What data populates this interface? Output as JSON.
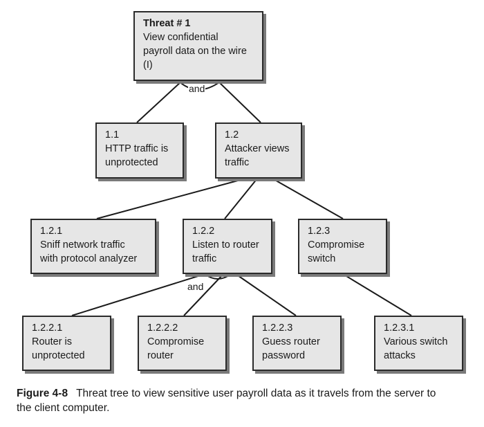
{
  "nodes": {
    "threat1": {
      "title": "Threat # 1",
      "text": "View confidential\npayroll data on the wire\n(I)"
    },
    "n1_1": {
      "text": "1.1\nHTTP traffic is\nunprotected"
    },
    "n1_2": {
      "text": "1.2\nAttacker views\ntraffic"
    },
    "n1_2_1": {
      "text": "1.2.1\nSniff network traffic\nwith protocol analyzer"
    },
    "n1_2_2": {
      "text": "1.2.2\nListen to router\ntraffic"
    },
    "n1_2_3": {
      "text": "1.2.3\nCompromise\nswitch"
    },
    "n1_2_2_1": {
      "text": "1.2.2.1\nRouter is\nunprotected"
    },
    "n1_2_2_2": {
      "text": "1.2.2.2\nCompromise\nrouter"
    },
    "n1_2_2_3": {
      "text": "1.2.2.3\nGuess router\npassword"
    },
    "n1_2_3_1": {
      "text": "1.2.3.1\nVarious switch\nattacks"
    }
  },
  "connectors": {
    "and_top": "and",
    "and_mid": "and"
  },
  "caption": {
    "figure": "Figure 4-8",
    "text": "Threat tree to view sensitive user payroll data as it travels from the server to the client computer."
  }
}
